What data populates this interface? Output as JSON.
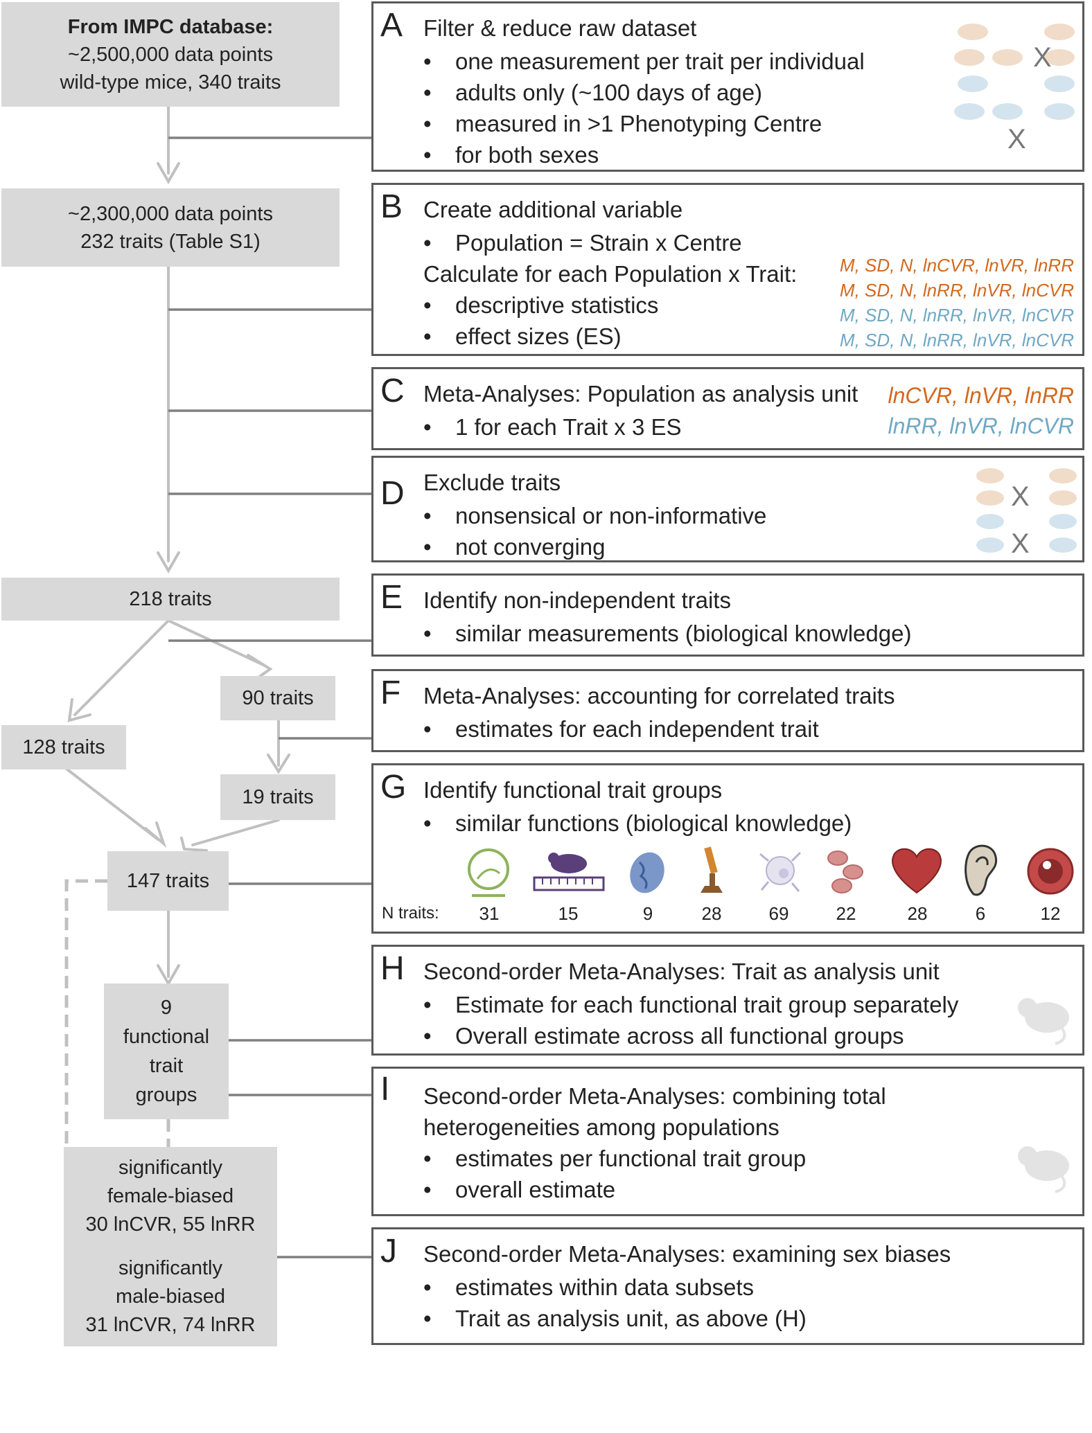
{
  "left_boxes": {
    "b0_title": "From IMPC database:",
    "b0_line1": "~2,500,000 data points",
    "b0_line2": "wild-type mice, 340 traits",
    "b1_line1": "~2,300,000 data points",
    "b1_line2": "232 traits (Table S1)",
    "b2": "218 traits",
    "b3": "90 traits",
    "b4": "128 traits",
    "b5": "19 traits",
    "b6": "147 traits",
    "b7_line1": "9",
    "b7_line2": "functional",
    "b7_line3": "trait",
    "b7_line4": "groups",
    "b8_line1": "significantly",
    "b8_line2": "female-biased",
    "b8_line3": "30 lnCVR, 55 lnRR",
    "b8_line4": "significantly",
    "b8_line5": "male-biased",
    "b8_line6": "31 lnCVR, 74 lnRR"
  },
  "panels": {
    "A": {
      "letter": "A",
      "title": "Filter & reduce raw dataset",
      "items": [
        "one measurement per trait per individual",
        "adults only (~100 days of age)",
        "measured in >1 Phenotyping Centre",
        "for both sexes"
      ],
      "marks": [
        "X",
        "X"
      ]
    },
    "B": {
      "letter": "B",
      "title": "Create additional variable",
      "item0": "Population = Strain x Centre",
      "subtitle": "Calculate for each Population x Trait:",
      "items": [
        "descriptive statistics",
        "effect sizes (ES)"
      ],
      "stats": [
        "M, SD, N, lnCVR, lnVR, lnRR",
        "M, SD, N, lnRR, lnVR, lnCVR",
        "M, SD, N, lnRR, lnVR, lnCVR",
        "M, SD, N, lnRR, lnVR, lnCVR"
      ]
    },
    "C": {
      "letter": "C",
      "title": "Meta-Analyses: Population as analysis unit",
      "items": [
        "1 for each Trait x 3 ES"
      ],
      "es": [
        "lnCVR, lnVR, lnRR",
        "lnRR, lnVR, lnCVR"
      ]
    },
    "D": {
      "letter": "D",
      "title": "Exclude traits",
      "items": [
        "nonsensical or non-informative",
        "not converging"
      ],
      "marks": [
        "X",
        "X"
      ]
    },
    "E": {
      "letter": "E",
      "title": "Identify non-independent traits",
      "items": [
        "similar measurements (biological knowledge)"
      ]
    },
    "F": {
      "letter": "F",
      "title": "Meta-Analyses: accounting for correlated traits",
      "items": [
        "estimates for each independent trait"
      ]
    },
    "G": {
      "letter": "G",
      "title": "Identify functional trait groups",
      "items": [
        "similar functions (biological knowledge)"
      ],
      "n_label": "N traits:",
      "groups": [
        {
          "icon": "running-wheel-icon",
          "n": "31"
        },
        {
          "icon": "mouse-ruler-icon",
          "n": "15"
        },
        {
          "icon": "mitochondrion-icon",
          "n": "9"
        },
        {
          "icon": "microscope-icon",
          "n": "28"
        },
        {
          "icon": "immune-cell-icon",
          "n": "69"
        },
        {
          "icon": "red-blood-cells-icon",
          "n": "22"
        },
        {
          "icon": "heart-icon",
          "n": "28"
        },
        {
          "icon": "ear-icon",
          "n": "6"
        },
        {
          "icon": "eye-icon",
          "n": "12"
        }
      ]
    },
    "H": {
      "letter": "H",
      "title": "Second-order Meta-Analyses: Trait as analysis unit",
      "items": [
        "Estimate for each functional trait group separately",
        "Overall estimate across all functional groups"
      ]
    },
    "I": {
      "letter": "I",
      "title1": "Second-order Meta-Analyses: combining total",
      "title2": "heterogeneities among populations",
      "items": [
        "estimates per functional trait group",
        "overall estimate"
      ]
    },
    "J": {
      "letter": "J",
      "title": "Second-order Meta-Analyses: examining sex biases",
      "items": [
        "estimates within data subsets",
        "Trait as analysis unit, as above (H)"
      ]
    }
  },
  "bullet": "•",
  "colors": {
    "box_fill": "#d9d9d9",
    "arrow": "#bfbfbf",
    "panel_border": "#595959",
    "orange": "#d2691e",
    "blue": "#6fa8c4"
  }
}
